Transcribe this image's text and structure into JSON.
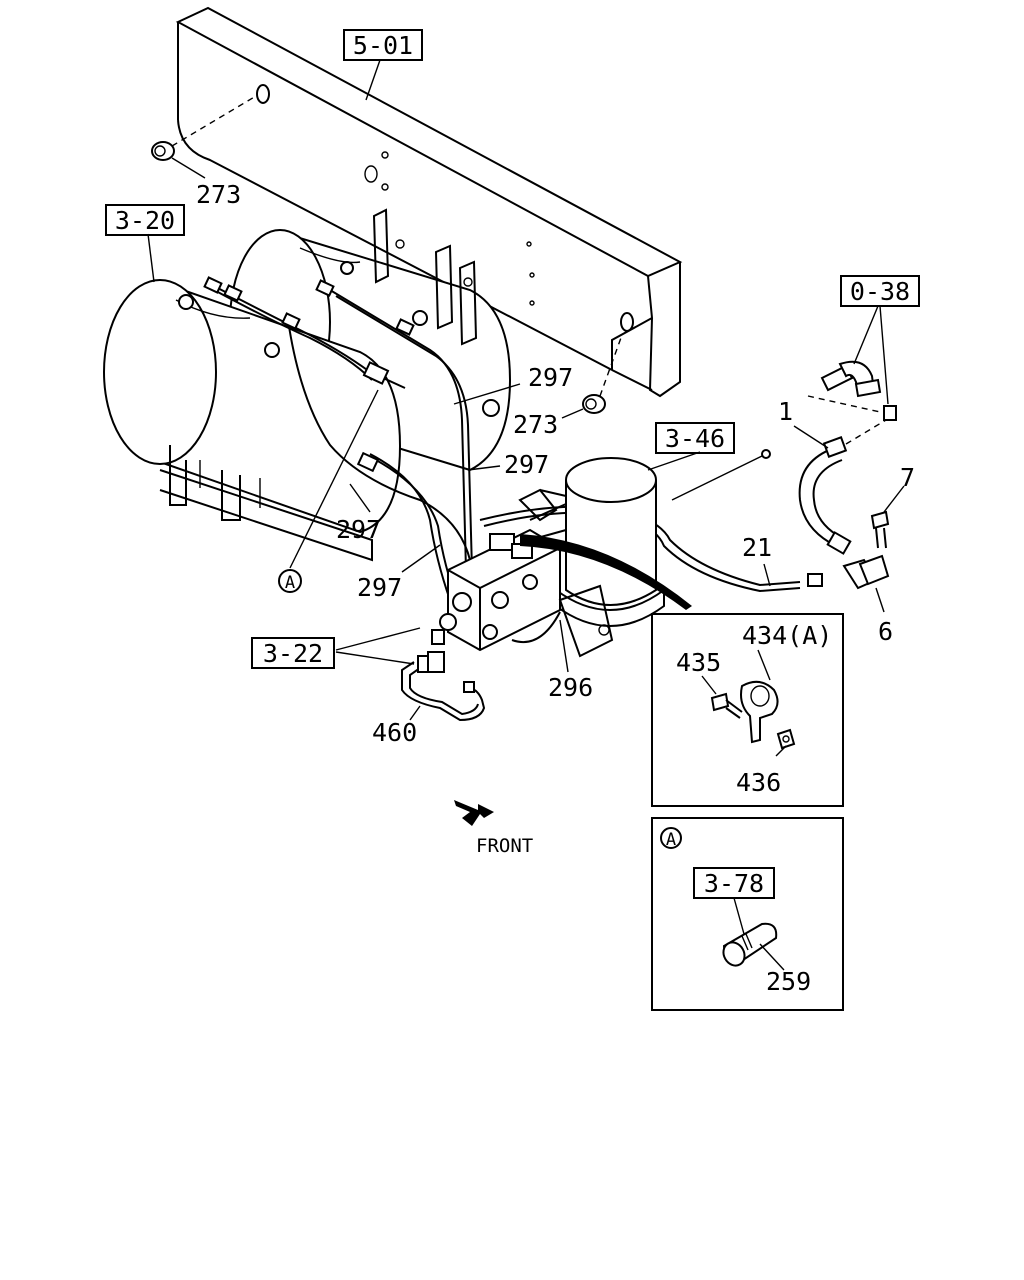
{
  "refs": {
    "r_5_01": "5-01",
    "r_3_20": "3-20",
    "r_0_38": "0-38",
    "r_3_46": "3-46",
    "r_3_22": "3-22",
    "r_3_78": "3-78"
  },
  "parts": {
    "p273a": "273",
    "p273b": "273",
    "p297a": "297",
    "p297b": "297",
    "p297c": "297",
    "p297d": "297",
    "p296": "296",
    "p460": "460",
    "p1": "1",
    "p7": "7",
    "p6": "6",
    "p21": "21",
    "p434": "434(A)",
    "p435": "435",
    "p436": "436",
    "p259": "259"
  },
  "markers": {
    "a_main": "A",
    "a_inset": "A"
  },
  "front_label": "FRONT"
}
